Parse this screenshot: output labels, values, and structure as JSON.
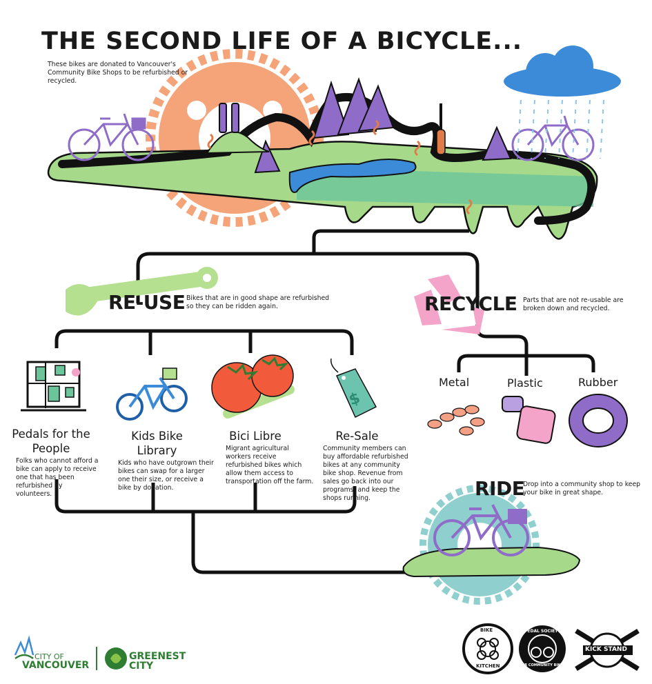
{
  "header": {
    "title": "THE SECOND LIFE OF A BICYCLE...",
    "intro": "These bikes are donated to Vancouver's Community Bike Shops to be refurbished or recycled."
  },
  "reuse": {
    "heading": "RE-USE",
    "description": "Bikes that are in good shape are refurbished so they can be ridden again.",
    "programs": [
      {
        "name": "Pedals for the People",
        "icon": "map-icon",
        "description": "Folks who cannot afford a bike can apply to receive one that has been refurbished by volunteers."
      },
      {
        "name": "Kids Bike Library",
        "icon": "kids-bike-icon",
        "description": "Kids who have outgrown their bikes can swap for a larger one their size, or receive a bike by donation."
      },
      {
        "name": "Bici Libre",
        "icon": "tomatoes-wrench-icon",
        "description": "Migrant agricultural workers receive refurbished bikes which allow them access to transportation off the farm."
      },
      {
        "name": "Re-Sale",
        "icon": "price-tag-icon",
        "description": "Community members can buy affordable refurbished bikes at any community bike shop. Revenue from sales go back into our programs, and keep the shops running."
      }
    ]
  },
  "recycle": {
    "heading": "RECYCLE",
    "description": "Parts that are not re-usable are broken down and recycled.",
    "materials": [
      {
        "name": "Metal",
        "icon": "chain-icon"
      },
      {
        "name": "Plastic",
        "icon": "plastic-parts-icon"
      },
      {
        "name": "Rubber",
        "icon": "tire-icon"
      }
    ]
  },
  "ride": {
    "heading": "RIDE",
    "description": "Drop into a community shop to keep your bike in great shape."
  },
  "footer": {
    "logos": [
      {
        "name": "city-of-vancouver-logo",
        "text_top": "CITY OF",
        "text_bottom": "VANCOUVER"
      },
      {
        "name": "greenest-city-logo",
        "text_top": "GREENEST",
        "text_bottom": "CITY"
      },
      {
        "name": "bike-kitchen-logo",
        "text_top": "BIKE",
        "text_bottom": "KITCHEN"
      },
      {
        "name": "pedal-society-logo",
        "text_top": "PEDAL SOCIETY",
        "text_bottom": "OUR COMMUNITY BIKES"
      },
      {
        "name": "kickstand-logo",
        "text_top": "KICK STAND",
        "text_bottom": ""
      }
    ]
  },
  "colors": {
    "green": "#a7d98b",
    "dark_green": "#6cc49b",
    "orange": "#f5a47a",
    "purple": "#8e6cc8",
    "blue": "#3c8bd8",
    "pink": "#f4a4c8",
    "teal": "#8fd0cf",
    "line": "#111111"
  }
}
